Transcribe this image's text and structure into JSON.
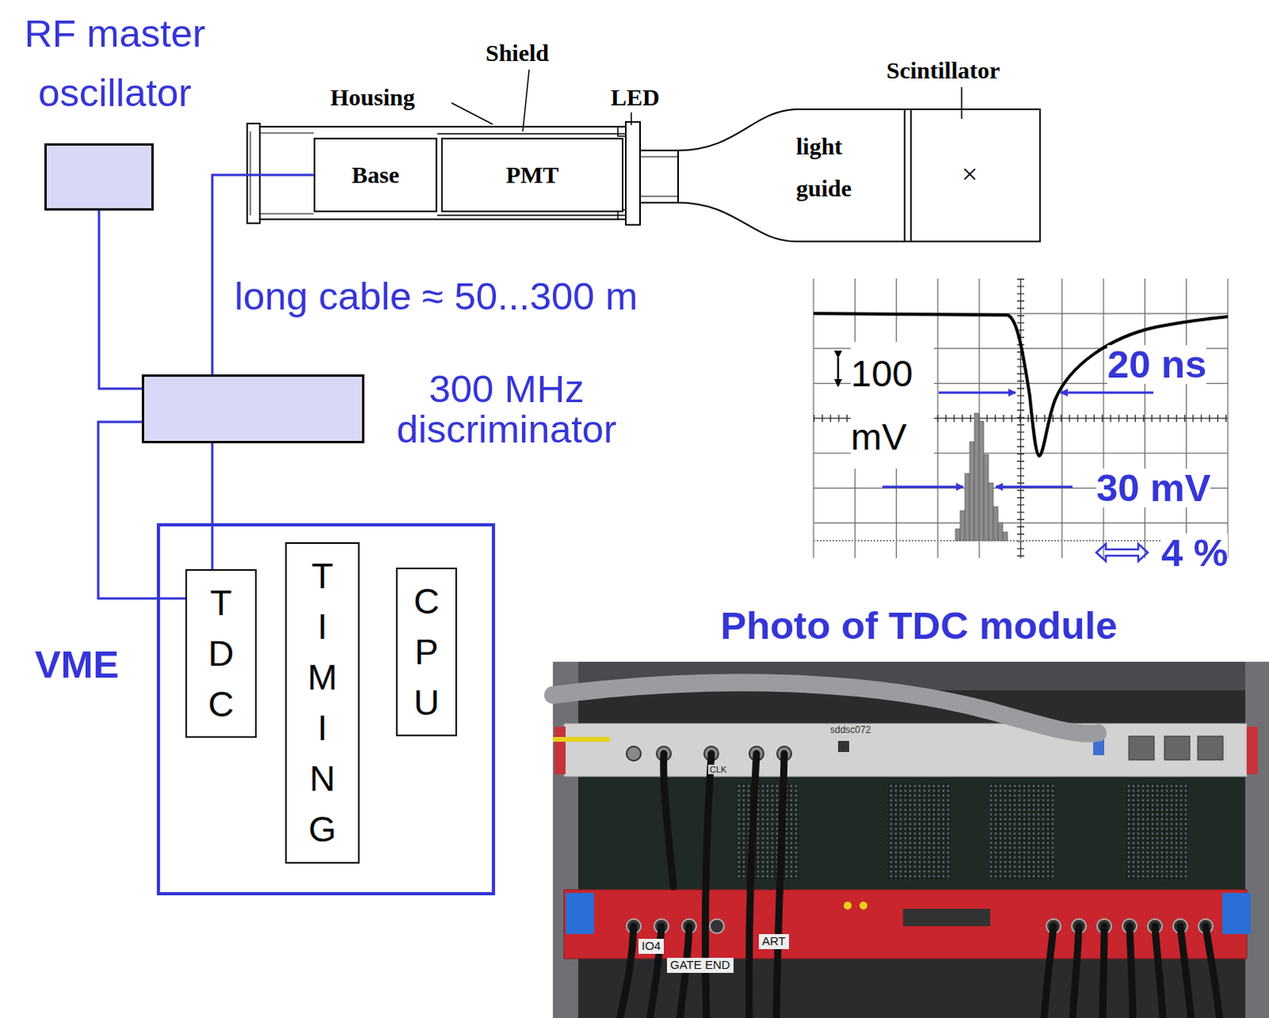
{
  "diagram": {
    "nodes": [
      {
        "text": [
          "RF master oscillator"
        ]
      },
      {
        "text": [
          "Base"
        ]
      },
      {
        "text": [
          "PMT"
        ]
      },
      {
        "text": [
          "300 MHz discriminator"
        ]
      },
      {
        "text": [
          "VME"
        ]
      },
      {
        "text": [
          "TDC"
        ],
        "in": 4
      },
      {
        "text": [
          "TIMING"
        ],
        "in": 4
      },
      {
        "text": [
          "CPU"
        ],
        "in": 4
      }
    ],
    "edges": [
      {
        "from": 0,
        "to": 3,
        "arrow": "none"
      },
      {
        "from": 1,
        "to": 3,
        "arrow": "none",
        "label": "long cable ≈ 50...300 m"
      },
      {
        "from": 3,
        "to": 5,
        "arrow": "none"
      },
      {
        "from": 5,
        "to": 3,
        "arrow": "none"
      }
    ],
    "labels": [
      "Housing",
      "Shield",
      "LED",
      "light guide",
      "Scintillator",
      "×",
      "100 mV",
      "20 ns",
      "30 mV",
      "4 %",
      "Photo of TDC module",
      "CLK",
      "sddsc072",
      "IO4",
      "GATE END",
      "ART"
    ]
  }
}
